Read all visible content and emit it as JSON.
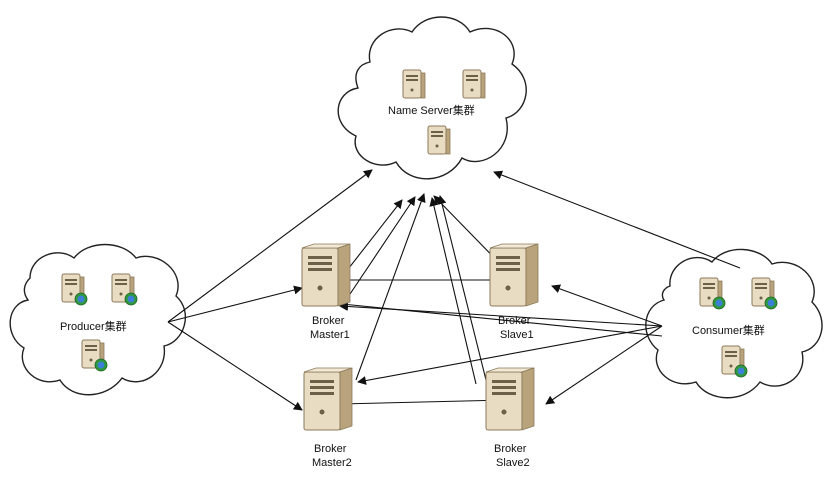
{
  "diagram": {
    "name_server_label": "Name Server集群",
    "producer_label": "Producer集群",
    "consumer_label": "Consumer集群",
    "broker_master1_line1": "Broker",
    "broker_master1_line2": "Master1",
    "broker_slave1_line1": "Broker",
    "broker_slave1_line2": "Slave1",
    "broker_master2_line1": "Broker",
    "broker_master2_line2": "Master2",
    "broker_slave2_line1": "Broker",
    "broker_slave2_line2": "Slave2"
  },
  "colors": {
    "line": "#111111",
    "cloud_stroke": "#222222",
    "server_body": "#e8dcc2",
    "server_shadow": "#b9a37d",
    "badge": "#2f9a3a",
    "badge_globe": "#3b7fd6"
  }
}
